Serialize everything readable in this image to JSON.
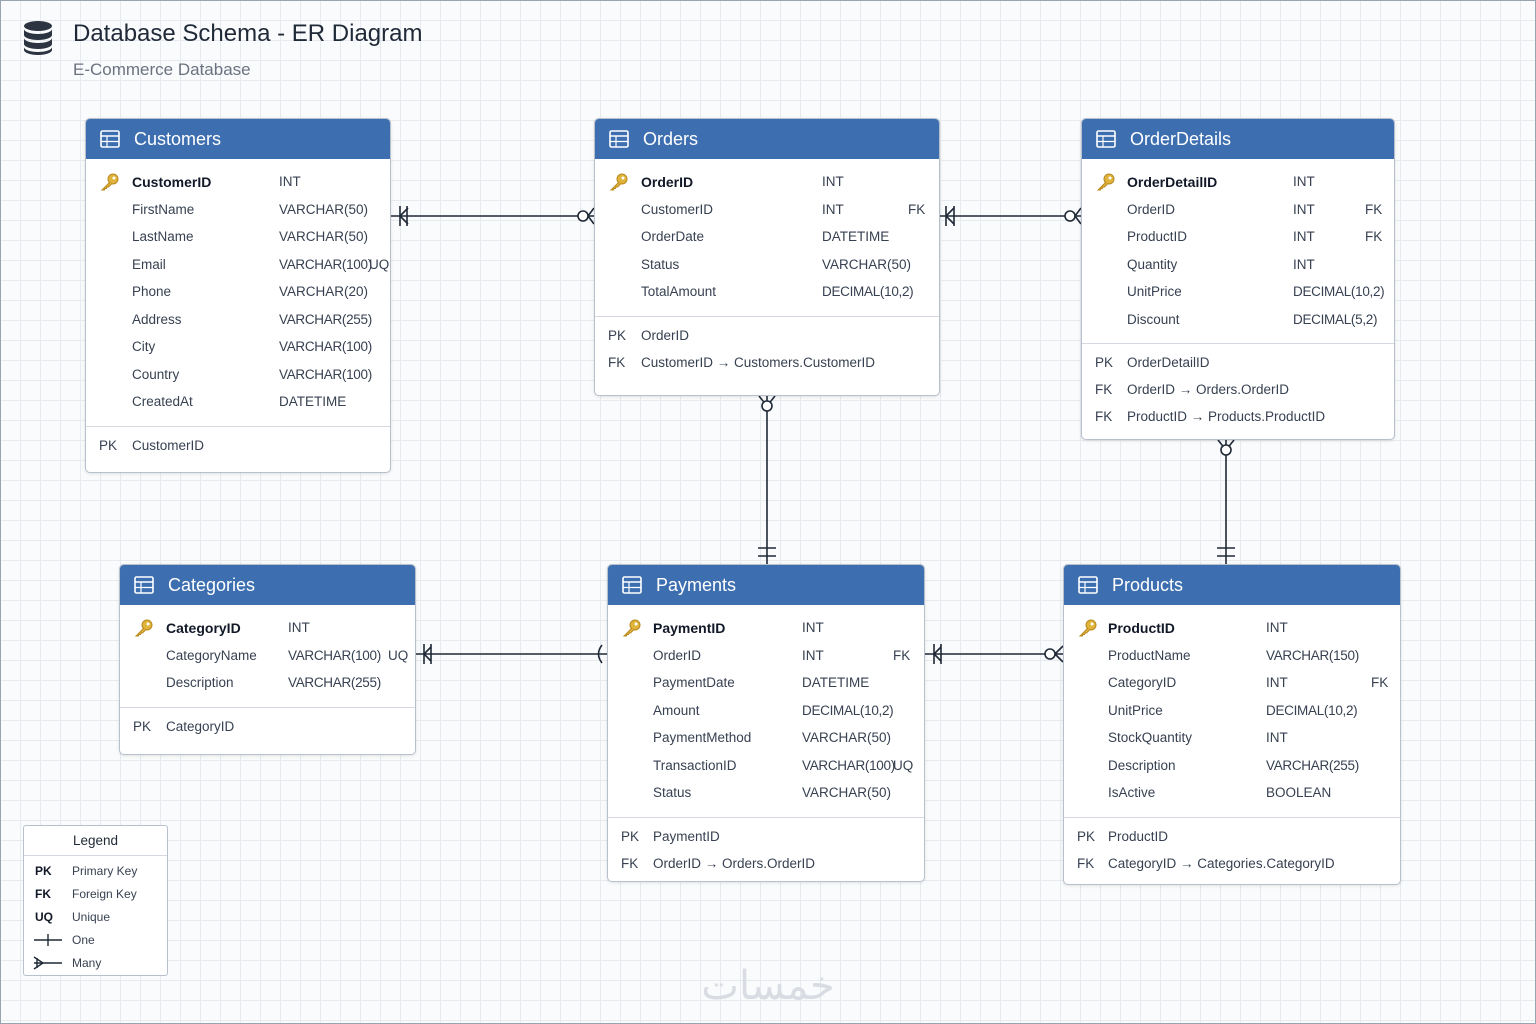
{
  "header": {
    "title": "Database Schema - ER Diagram",
    "subtitle": "E-Commerce Database"
  },
  "colors": {
    "header_blue": "#3d6fb0",
    "key_gold": "#e0b33a",
    "line": "#1f2937"
  },
  "tables": {
    "customers": {
      "name": "Customers",
      "columns": [
        {
          "name": "CustomerID",
          "type": "INT",
          "constraint": ""
        },
        {
          "name": "FirstName",
          "type": "VARCHAR(50)",
          "constraint": ""
        },
        {
          "name": "LastName",
          "type": "VARCHAR(50)",
          "constraint": ""
        },
        {
          "name": "Email",
          "type": "VARCHAR(100)",
          "constraint": "UQ"
        },
        {
          "name": "Phone",
          "type": "VARCHAR(20)",
          "constraint": ""
        },
        {
          "name": "Address",
          "type": "VARCHAR(255)",
          "constraint": ""
        },
        {
          "name": "City",
          "type": "VARCHAR(100)",
          "constraint": ""
        },
        {
          "name": "Country",
          "type": "VARCHAR(100)",
          "constraint": ""
        },
        {
          "name": "CreatedAt",
          "type": "DATETIME",
          "constraint": ""
        }
      ],
      "keys": [
        {
          "label": "PK",
          "text": "CustomerID"
        }
      ]
    },
    "orders": {
      "name": "Orders",
      "columns": [
        {
          "name": "OrderID",
          "type": "INT",
          "constraint": ""
        },
        {
          "name": "CustomerID",
          "type": "INT",
          "constraint": "FK"
        },
        {
          "name": "OrderDate",
          "type": "DATETIME",
          "constraint": ""
        },
        {
          "name": "Status",
          "type": "VARCHAR(50)",
          "constraint": ""
        },
        {
          "name": "TotalAmount",
          "type": "DECIMAL(10,2)",
          "constraint": ""
        }
      ],
      "keys": [
        {
          "label": "PK",
          "text": "OrderID"
        },
        {
          "label": "FK",
          "text": "CustomerID → Customers.CustomerID"
        }
      ]
    },
    "orderdetails": {
      "name": "OrderDetails",
      "columns": [
        {
          "name": "OrderDetailID",
          "type": "INT",
          "constraint": ""
        },
        {
          "name": "OrderID",
          "type": "INT",
          "constraint": "FK"
        },
        {
          "name": "ProductID",
          "type": "INT",
          "constraint": "FK"
        },
        {
          "name": "Quantity",
          "type": "INT",
          "constraint": ""
        },
        {
          "name": "UnitPrice",
          "type": "DECIMAL(10,2)",
          "constraint": ""
        },
        {
          "name": "Discount",
          "type": "DECIMAL(5,2)",
          "constraint": ""
        }
      ],
      "keys": [
        {
          "label": "PK",
          "text": "OrderDetailID"
        },
        {
          "label": "FK",
          "text": "OrderID → Orders.OrderID"
        },
        {
          "label": "FK",
          "text": "ProductID → Products.ProductID"
        }
      ]
    },
    "categories": {
      "name": "Categories",
      "columns": [
        {
          "name": "CategoryID",
          "type": "INT",
          "constraint": ""
        },
        {
          "name": "CategoryName",
          "type": "VARCHAR(100)",
          "constraint": "UQ"
        },
        {
          "name": "Description",
          "type": "VARCHAR(255)",
          "constraint": ""
        }
      ],
      "keys": [
        {
          "label": "PK",
          "text": "CategoryID"
        }
      ]
    },
    "payments": {
      "name": "Payments",
      "columns": [
        {
          "name": "PaymentID",
          "type": "INT",
          "constraint": ""
        },
        {
          "name": "OrderID",
          "type": "INT",
          "constraint": "FK"
        },
        {
          "name": "PaymentDate",
          "type": "DATETIME",
          "constraint": ""
        },
        {
          "name": "Amount",
          "type": "DECIMAL(10,2)",
          "constraint": ""
        },
        {
          "name": "PaymentMethod",
          "type": "VARCHAR(50)",
          "constraint": ""
        },
        {
          "name": "TransactionID",
          "type": "VARCHAR(100)",
          "constraint": "UQ"
        },
        {
          "name": "Status",
          "type": "VARCHAR(50)",
          "constraint": ""
        }
      ],
      "keys": [
        {
          "label": "PK",
          "text": "PaymentID"
        },
        {
          "label": "FK",
          "text": "OrderID → Orders.OrderID"
        }
      ]
    },
    "products": {
      "name": "Products",
      "columns": [
        {
          "name": "ProductID",
          "type": "INT",
          "constraint": ""
        },
        {
          "name": "ProductName",
          "type": "VARCHAR(150)",
          "constraint": ""
        },
        {
          "name": "CategoryID",
          "type": "INT",
          "constraint": "FK"
        },
        {
          "name": "UnitPrice",
          "type": "DECIMAL(10,2)",
          "constraint": ""
        },
        {
          "name": "StockQuantity",
          "type": "INT",
          "constraint": ""
        },
        {
          "name": "Description",
          "type": "VARCHAR(255)",
          "constraint": ""
        },
        {
          "name": "IsActive",
          "type": "BOOLEAN",
          "constraint": ""
        }
      ],
      "keys": [
        {
          "label": "PK",
          "text": "ProductID"
        },
        {
          "label": "FK",
          "text": "CategoryID → Categories.CategoryID"
        }
      ]
    }
  },
  "legend": {
    "title": "Legend",
    "items": [
      {
        "abbr": "PK",
        "text": "Primary Key"
      },
      {
        "abbr": "FK",
        "text": "Foreign Key"
      },
      {
        "abbr": "UQ",
        "text": "Unique"
      },
      {
        "symbol": "one-icon",
        "text": "One"
      },
      {
        "symbol": "many-icon",
        "text": "Many"
      }
    ]
  },
  "watermark": {
    "text": "خمسات"
  }
}
